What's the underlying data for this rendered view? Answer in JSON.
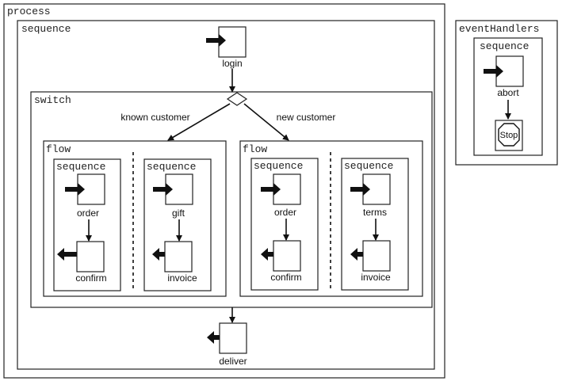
{
  "containers": {
    "process": "process",
    "main_sequence": "sequence",
    "switch": "switch",
    "flow_known": "flow",
    "flow_new": "flow",
    "seq_known_1": "sequence",
    "seq_known_2": "sequence",
    "seq_new_1": "sequence",
    "seq_new_2": "sequence",
    "event_handlers": "eventHandlers",
    "event_sequence": "sequence"
  },
  "activities": {
    "login": "login",
    "order_known": "order",
    "confirm_known": "confirm",
    "gift": "gift",
    "invoice_known": "invoice",
    "order_new": "order",
    "confirm_new": "confirm",
    "terms": "terms",
    "invoice_new": "invoice",
    "deliver": "deliver",
    "abort": "abort",
    "stop": "Stop"
  },
  "branches": {
    "known": "known customer",
    "new": "new customer"
  },
  "icons": {
    "receive": "receive-arrow-icon",
    "reply": "reply-arrow-icon",
    "stop": "stop-octagon-icon",
    "switch": "switch-diamond-icon"
  }
}
